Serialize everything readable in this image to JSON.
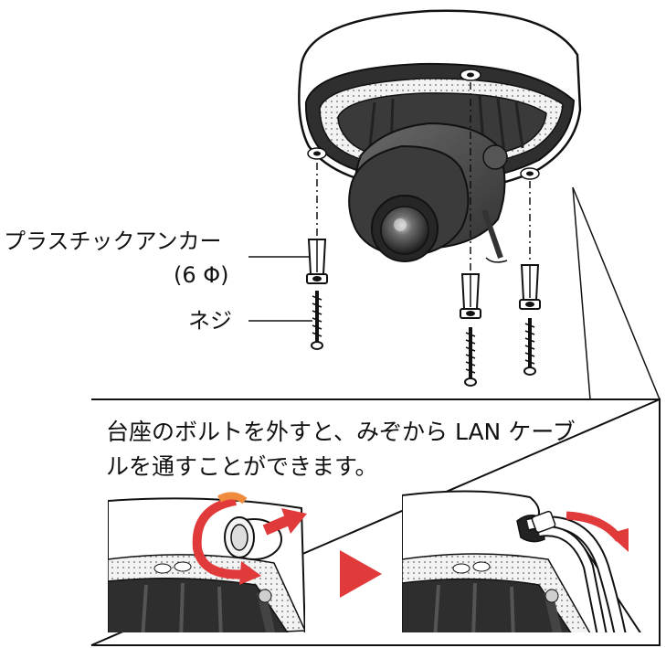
{
  "labels": {
    "anchor": "プラスチックアンカー",
    "anchor_size": "(6 Φ)",
    "screw": "ネジ"
  },
  "callout": {
    "line1": "台座のボルトを外すと、みぞから LAN ケーブ",
    "line2": "ルを通すことができます。"
  },
  "colors": {
    "arrow_red": "#e03a3a",
    "arrow_orange": "#f08a3c",
    "outline": "#111111",
    "dark_body": "#4a4a4a",
    "lens": "#2a2a2a"
  }
}
